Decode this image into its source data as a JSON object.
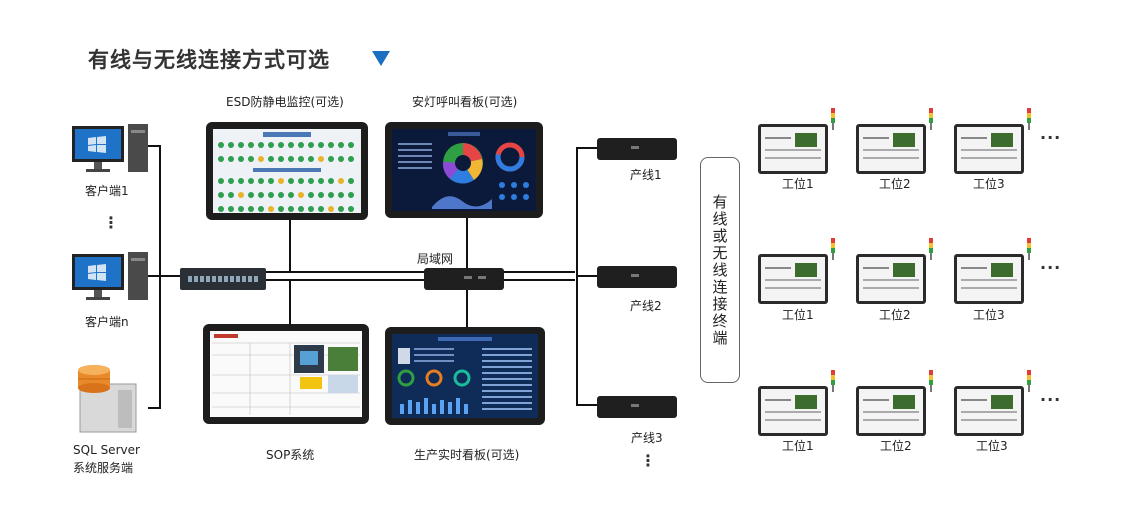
{
  "title": "有线与无线连接方式可选",
  "screens": {
    "esd": "ESD防静电监控(可选)",
    "andon": "安灯呼叫看板(可选)",
    "sop": "SOP系统",
    "production": "生产实时看板(可选)"
  },
  "network": {
    "lan": "局域网"
  },
  "clients": {
    "client1": "客户端1",
    "clientn": "客户端n"
  },
  "server": {
    "line1": "SQL  Server",
    "line2": "系统服务端"
  },
  "lines": [
    "产线1",
    "产线2",
    "产线3"
  ],
  "terminal_box": "有线或无线连接终端",
  "stations": [
    "工位1",
    "工位2",
    "工位3"
  ],
  "more": "...",
  "vmore": "⋮",
  "colors": {
    "accent": "#1a6fc0",
    "line": "#111111"
  }
}
